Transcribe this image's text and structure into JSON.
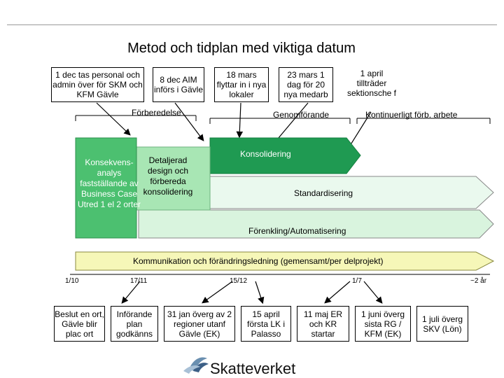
{
  "title": "Metod och tidplan med viktiga datum",
  "top_events": [
    {
      "text": "1 dec tas personal och admin över för SKM och KFM Gävle"
    },
    {
      "text": "8 dec AIM införs i Gävle"
    },
    {
      "text": "18 mars flyttar in i nya lokaler"
    },
    {
      "text": "23 mars 1 dag för 20 nya medarb"
    },
    {
      "text": "1 april tillträder sektionsche f"
    }
  ],
  "phases": {
    "forberedelse": "Förberedelse",
    "genomforande": "Genomförande",
    "kontinuerligt": "Kontinuerligt förb. arbete"
  },
  "streams": {
    "konsekvens": "Konsekvens-analys fastställande av Business Case Utred 1 el 2 orter",
    "detaljerad": "Detaljerad design och förbereda konsolidering",
    "konsolidering": "Konsolidering",
    "standardisering": "Standardisering",
    "forenkling": "Förenkling/Automatisering",
    "kommunikation": "Kommunikation och förändringsledning (gemensamt/per delprojekt)"
  },
  "timeline_ticks": [
    "1/10",
    "17/11",
    "15/12",
    "1/7",
    "~2 år"
  ],
  "bottom_events": [
    {
      "text": "Beslut en ort, Gävle blir plac ort"
    },
    {
      "text": "Införande plan godkänns"
    },
    {
      "text": "31 jan överg av 2 regioner utanf Gävle (EK)"
    },
    {
      "text": "15 april första LK i Palasso"
    },
    {
      "text": "11 maj ER och KR startar"
    },
    {
      "text": "1 juni överg sista RG / KFM (EK)"
    },
    {
      "text": "1 juli överg SKV (Lön)"
    }
  ],
  "logo": {
    "text": "Skatteverket"
  },
  "colors": {
    "dark_green": "#1f9a52",
    "mid_green": "#4cc070",
    "light_green": "#a8e6b4",
    "pale_green": "#d9f4de",
    "yellow": "#f6f7b8"
  }
}
